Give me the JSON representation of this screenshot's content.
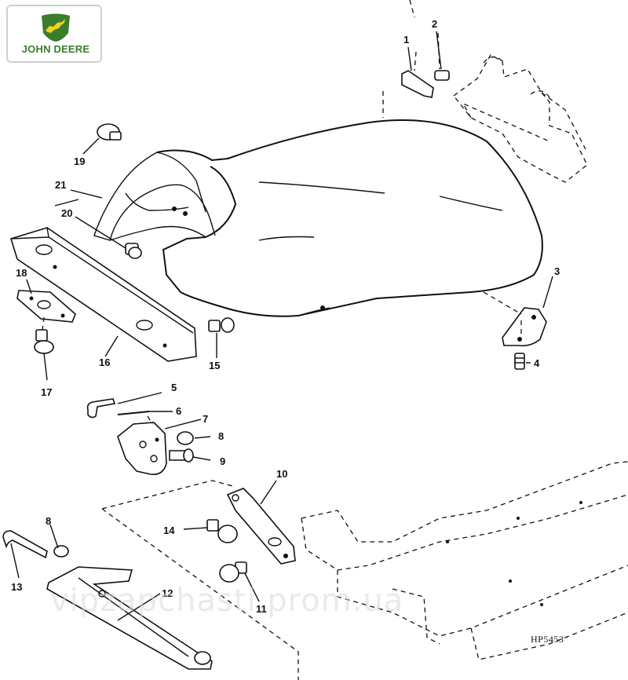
{
  "brand": {
    "name": "JOHN DEERE",
    "logo_icon": "john-deere-leaping-deer-icon",
    "green": "#3a7d2c",
    "yellow": "#f2d21b"
  },
  "diagram": {
    "code": "HP5453",
    "watermark": "vipzapchasti.prom.ua",
    "parts": [
      "1",
      "2",
      "3",
      "4",
      "5",
      "6",
      "7",
      "8",
      "9",
      "10",
      "11",
      "12",
      "13",
      "14",
      "15",
      "16",
      "17",
      "18",
      "19",
      "20",
      "21",
      "8"
    ]
  }
}
